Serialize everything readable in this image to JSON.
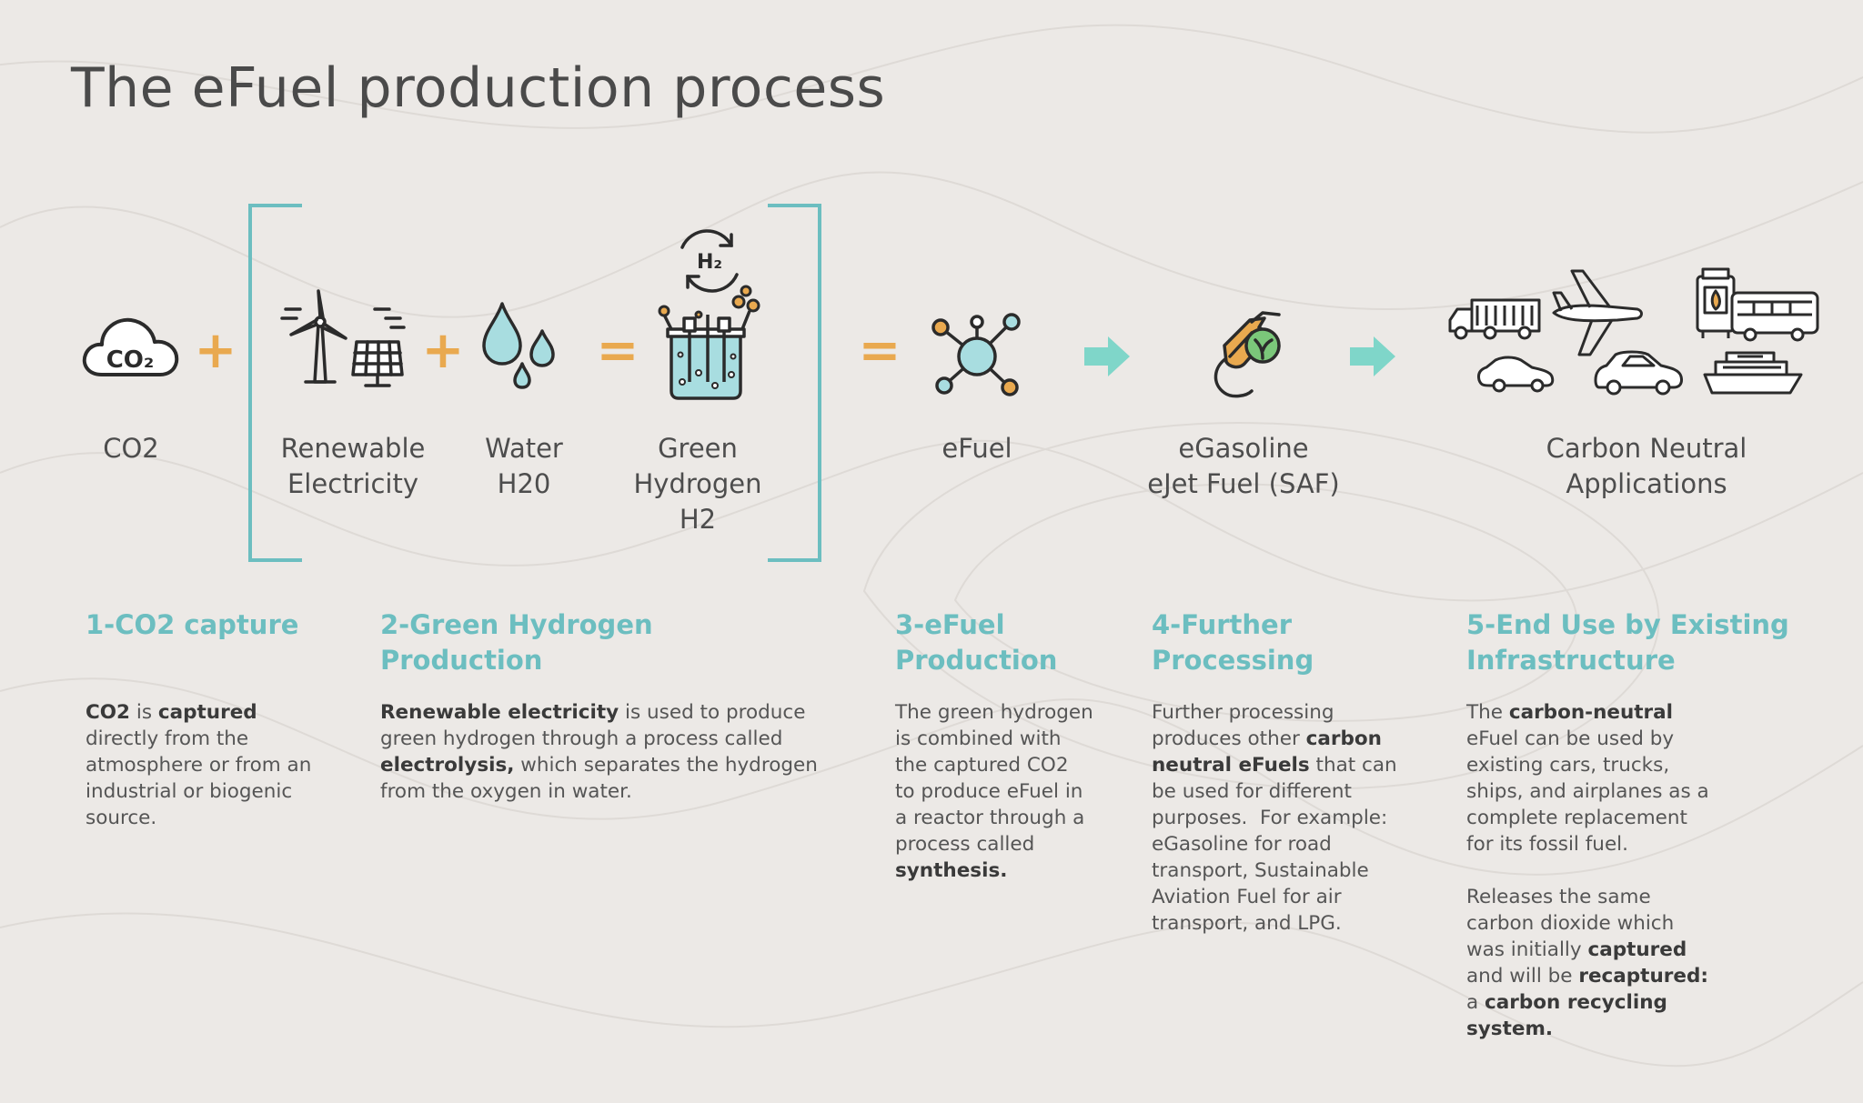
{
  "title": "The eFuel production process",
  "colors": {
    "teal": "#6cbec0",
    "orange": "#e9a94f",
    "text": "#4a4a4a",
    "background": "#ece9e6",
    "arrow": "#7fd6c9"
  },
  "operators": {
    "plus": "+",
    "equals": "="
  },
  "icons": {
    "co2": {
      "name": "co2-cloud-icon",
      "text": "CO₂"
    },
    "renewable": {
      "name": "wind-solar-icon"
    },
    "water": {
      "name": "water-drops-icon"
    },
    "hydrogen": {
      "name": "hydrogen-reactor-icon",
      "text": "H₂"
    },
    "efuel": {
      "name": "molecule-icon"
    },
    "egasoline": {
      "name": "fuel-nozzle-icon"
    },
    "applications": {
      "name": "vehicles-icon"
    }
  },
  "nodes": [
    {
      "id": "co2",
      "lines": [
        "CO2"
      ]
    },
    {
      "id": "renewable",
      "lines": [
        "Renewable",
        "Electricity"
      ]
    },
    {
      "id": "water",
      "lines": [
        "Water",
        "H20"
      ]
    },
    {
      "id": "hydrogen",
      "lines": [
        "Green",
        "Hydrogen",
        "H2"
      ]
    },
    {
      "id": "efuel",
      "lines": [
        "eFuel"
      ]
    },
    {
      "id": "egasoline",
      "lines": [
        "eGasoline",
        "eJet Fuel (SAF)"
      ]
    },
    {
      "id": "applications",
      "lines": [
        "Carbon Neutral",
        "Applications"
      ]
    }
  ],
  "steps": [
    {
      "title": [
        "1-CO2 capture"
      ],
      "desc": [
        [
          [
            "b",
            "CO2"
          ],
          [
            "t",
            " is "
          ],
          [
            "b",
            "captured"
          ]
        ],
        [
          [
            "t",
            "directly from the"
          ]
        ],
        [
          [
            "t",
            "atmosphere or from an"
          ]
        ],
        [
          [
            "t",
            "industrial or biogenic"
          ]
        ],
        [
          [
            "t",
            "source."
          ]
        ]
      ]
    },
    {
      "title": [
        "2-Green Hydrogen",
        "Production"
      ],
      "desc": [
        [
          [
            "b",
            "Renewable electricity"
          ],
          [
            "t",
            " is used to produce"
          ]
        ],
        [
          [
            "t",
            "green hydrogen through a process called"
          ]
        ],
        [
          [
            "b",
            "electrolysis,"
          ],
          [
            "t",
            " which separates the hydrogen"
          ]
        ],
        [
          [
            "t",
            "from the oxygen in water."
          ]
        ]
      ]
    },
    {
      "title": [
        "3-eFuel",
        "Production"
      ],
      "desc": [
        [
          [
            "t",
            "The green hydrogen"
          ]
        ],
        [
          [
            "t",
            "is combined with"
          ]
        ],
        [
          [
            "t",
            "the captured CO2"
          ]
        ],
        [
          [
            "t",
            "to produce eFuel in"
          ]
        ],
        [
          [
            "t",
            "a reactor through a"
          ]
        ],
        [
          [
            "t",
            "process called"
          ]
        ],
        [
          [
            "b",
            "synthesis."
          ]
        ]
      ]
    },
    {
      "title": [
        "4-Further",
        "Processing"
      ],
      "desc": [
        [
          [
            "t",
            "Further processing"
          ]
        ],
        [
          [
            "t",
            "produces other "
          ],
          [
            "b",
            "carbon"
          ]
        ],
        [
          [
            "b",
            "neutral eFuels"
          ],
          [
            "t",
            " that can"
          ]
        ],
        [
          [
            "t",
            "be used for different"
          ]
        ],
        [
          [
            "t",
            "purposes.  For example:"
          ]
        ],
        [
          [
            "t",
            "eGasoline for road"
          ]
        ],
        [
          [
            "t",
            "transport, Sustainable"
          ]
        ],
        [
          [
            "t",
            "Aviation Fuel for air"
          ]
        ],
        [
          [
            "t",
            "transport, and LPG."
          ]
        ]
      ]
    },
    {
      "title": [
        "5-End Use by Existing",
        "Infrastructure"
      ],
      "desc": [
        [
          [
            "t",
            "The "
          ],
          [
            "b",
            "carbon-neutral"
          ]
        ],
        [
          [
            "t",
            "eFuel can be used by"
          ]
        ],
        [
          [
            "t",
            "existing cars, trucks,"
          ]
        ],
        [
          [
            "t",
            "ships, and airplanes as a"
          ]
        ],
        [
          [
            "t",
            "complete replacement"
          ]
        ],
        [
          [
            "t",
            "for its fossil fuel."
          ]
        ],
        [],
        [
          [
            "t",
            "Releases the same"
          ]
        ],
        [
          [
            "t",
            "carbon dioxide which"
          ]
        ],
        [
          [
            "t",
            "was initially "
          ],
          [
            "b",
            "captured"
          ]
        ],
        [
          [
            "t",
            "and will be "
          ],
          [
            "b",
            "recaptured:"
          ]
        ],
        [
          [
            "t",
            "a "
          ],
          [
            "b",
            "carbon recycling"
          ]
        ],
        [
          [
            "b",
            "system."
          ]
        ]
      ]
    }
  ]
}
